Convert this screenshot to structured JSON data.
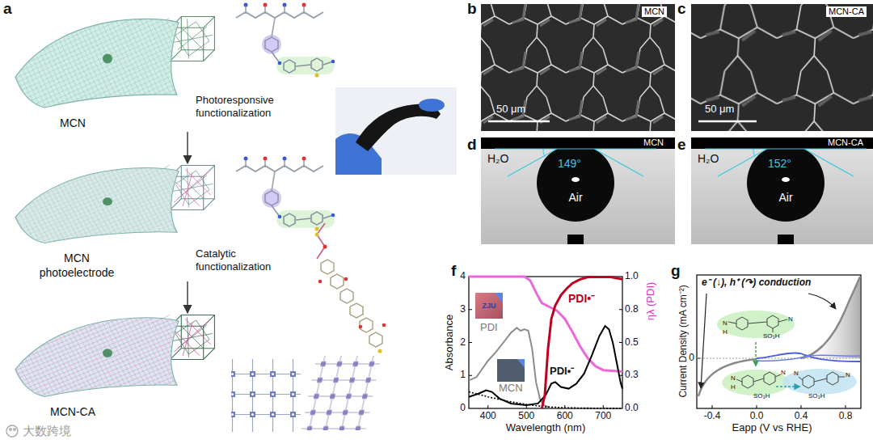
{
  "diagram": {
    "nodes": [
      {
        "text": [
          "MCN"
        ]
      },
      {
        "text": [
          "MCN photoelectrode"
        ]
      },
      {
        "text": [
          "MCN-CA"
        ]
      }
    ],
    "edges": [
      {
        "from": 0,
        "to": 1,
        "arrow": "to",
        "label": "Photoresponsive functionalization"
      },
      {
        "from": 1,
        "to": 2,
        "arrow": "to",
        "label": "Catalytic functionalization"
      }
    ],
    "labels": [
      "a",
      "b",
      "MCN",
      "50 μm",
      "c",
      "MCN-CA",
      "50 μm",
      "d",
      "MCN",
      "H₂O",
      "149°",
      "Air",
      "e",
      "MCN-CA",
      "H₂O",
      "152°",
      "Air",
      "f",
      "Absorbance",
      "0",
      "1",
      "2",
      "3",
      "4",
      "0.0",
      "0.3",
      "0.5",
      "0.8",
      "1.0",
      "ηλ (PDI)",
      "400",
      "500",
      "600",
      "700",
      "Wavelength (nm)",
      "ZJU",
      "PDI",
      "MCN",
      "PDI•⁻",
      "PDI•⁻",
      "g",
      "Current Density (mA cm⁻²)",
      "0",
      "-0.4",
      "0.0",
      "0.4",
      "0.8",
      "Eapp (V vs RHE)",
      "e⁻ (↓), h⁺ (↷) conduction",
      "H",
      "N",
      "SO₃H",
      "N",
      "H",
      "N",
      "SO₃H",
      "N",
      "N",
      "SO₃H",
      "N",
      "大数跨境"
    ]
  }
}
